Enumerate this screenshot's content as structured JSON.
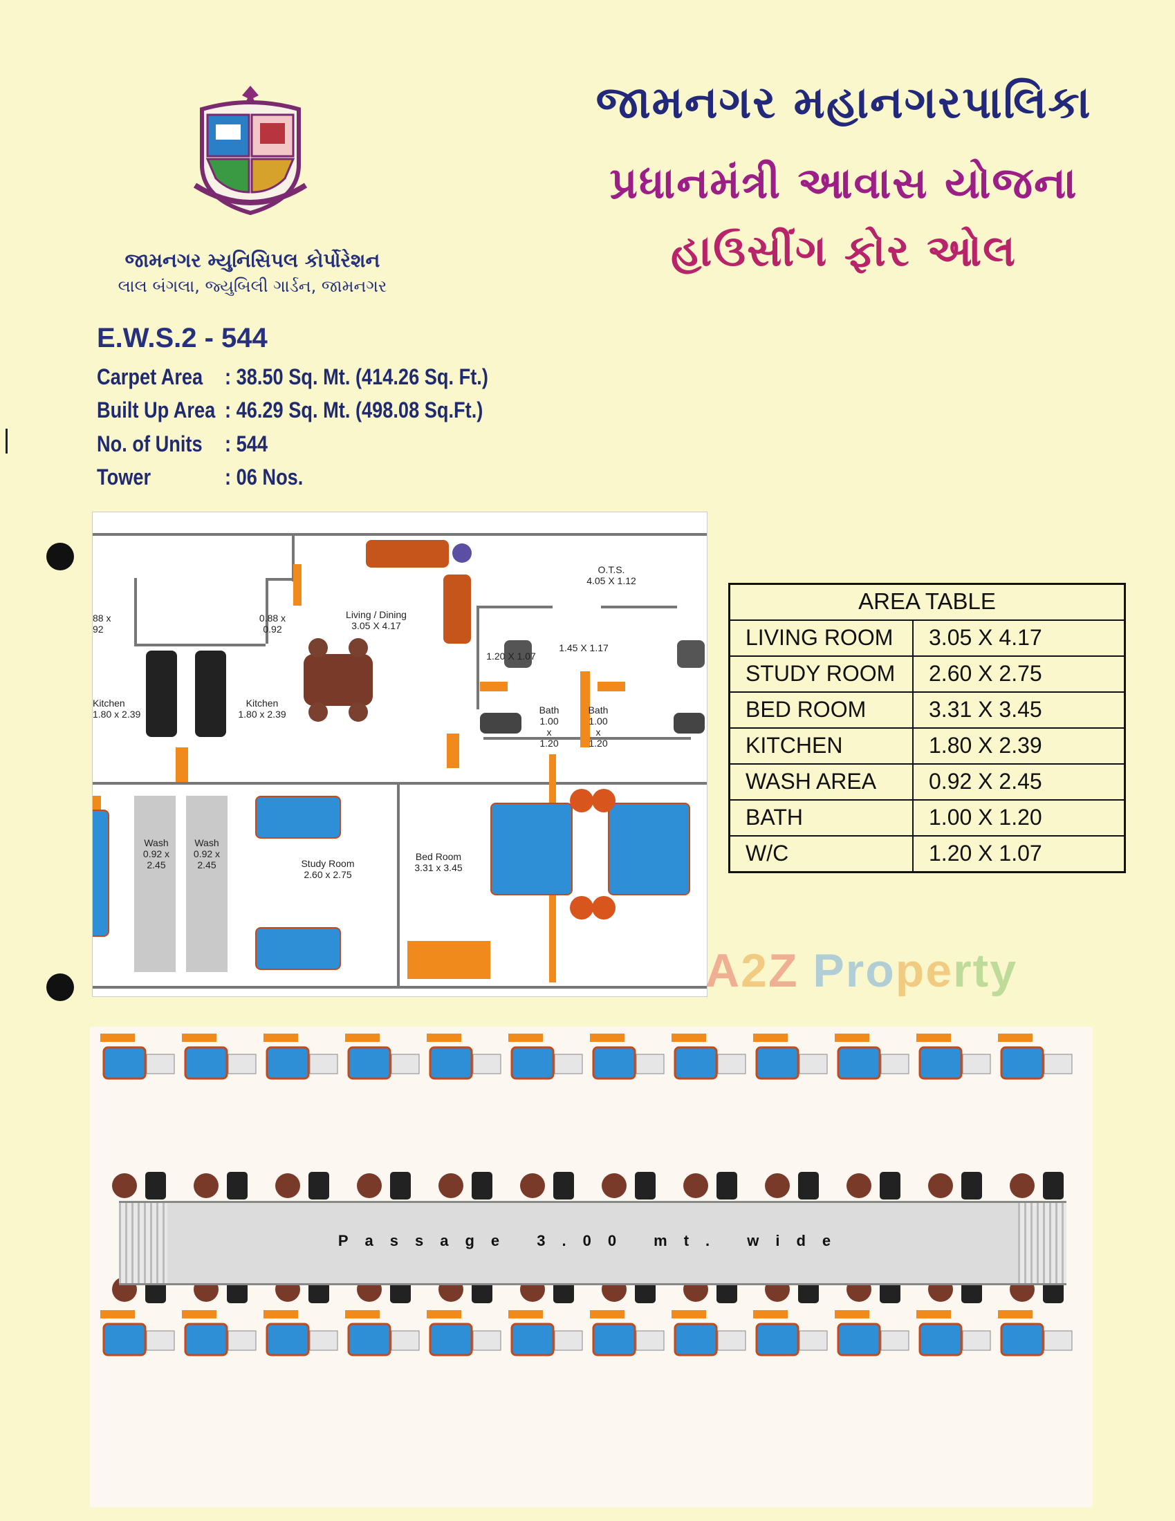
{
  "header": {
    "title_line1": "જામનગર મહાનગરપાલિકા",
    "title_line2": "પ્રધાનમંત્રી આવાસ યોજના",
    "title_line3": "હાઉસીંગ ફોર ઓલ"
  },
  "corporation": {
    "name": "જામનગર મ્યુનિસિપલ કોર્પોરેશન",
    "address": "લાલ બંગલા, જ્યુબિલી ગાર્ડન, જામનગર"
  },
  "scheme": {
    "code": "E.W.S.2 - 544",
    "specs": [
      {
        "label": "Carpet Area",
        "value": ": 38.50 Sq. Mt. (414.26 Sq. Ft.)"
      },
      {
        "label": "Built Up Area",
        "value": ": 46.29 Sq. Mt. (498.08 Sq.Ft.)"
      },
      {
        "label": "No. of Units",
        "value": ": 544"
      },
      {
        "label": "Tower",
        "value": ": 06 Nos."
      }
    ]
  },
  "floor_plan": {
    "labels": {
      "ots": "O.T.S.\n4.05 X 1.12",
      "living": "Living / Dining\n3.05 X 4.17",
      "left_small": "0.88 x\n0.92",
      "edge_small": "88 x\n92",
      "kitchen_left": "Kitchen\n1.80 x 2.39",
      "kitchen_right": "Kitchen\n1.80 x 2.39",
      "wc_left": "1.20 X 1.07",
      "passage_small": "1.45 X 1.17",
      "bath_left": "Bath\n1.00\nx\n1.20",
      "bath_right": "Bath\n1.00\nx\n1.20",
      "wash_left": "Wash\n0.92 x\n2.45",
      "wash_right": "Wash\n0.92 x\n2.45",
      "study": "Study Room\n2.60 x 2.75",
      "bed": "Bed Room\n3.31 x 3.45"
    }
  },
  "area_table": {
    "title": "AREA TABLE",
    "rows": [
      {
        "room": "LIVING ROOM",
        "size": "3.05 X 4.17"
      },
      {
        "room": "STUDY ROOM",
        "size": "2.60 X 2.75"
      },
      {
        "room": "BED ROOM",
        "size": "3.31 X 3.45"
      },
      {
        "room": "KITCHEN",
        "size": "1.80 X 2.39"
      },
      {
        "room": "WASH AREA",
        "size": "0.92 X 2.45"
      },
      {
        "room": "BATH",
        "size": "1.00 X 1.20"
      },
      {
        "room": "W/C",
        "size": "1.20 X 1.07"
      }
    ]
  },
  "watermark": {
    "brand": "A2Z Property"
  },
  "overall_plan": {
    "passage_label": "Passage 3.00 mt. wide"
  },
  "colors": {
    "background": "#fbf7cc",
    "title_blue": "#22287a",
    "title_purple": "#9b1f86",
    "title_magenta": "#b8246a",
    "furniture_orange": "#f08a1c",
    "furniture_blue": "#2f8fd6"
  }
}
